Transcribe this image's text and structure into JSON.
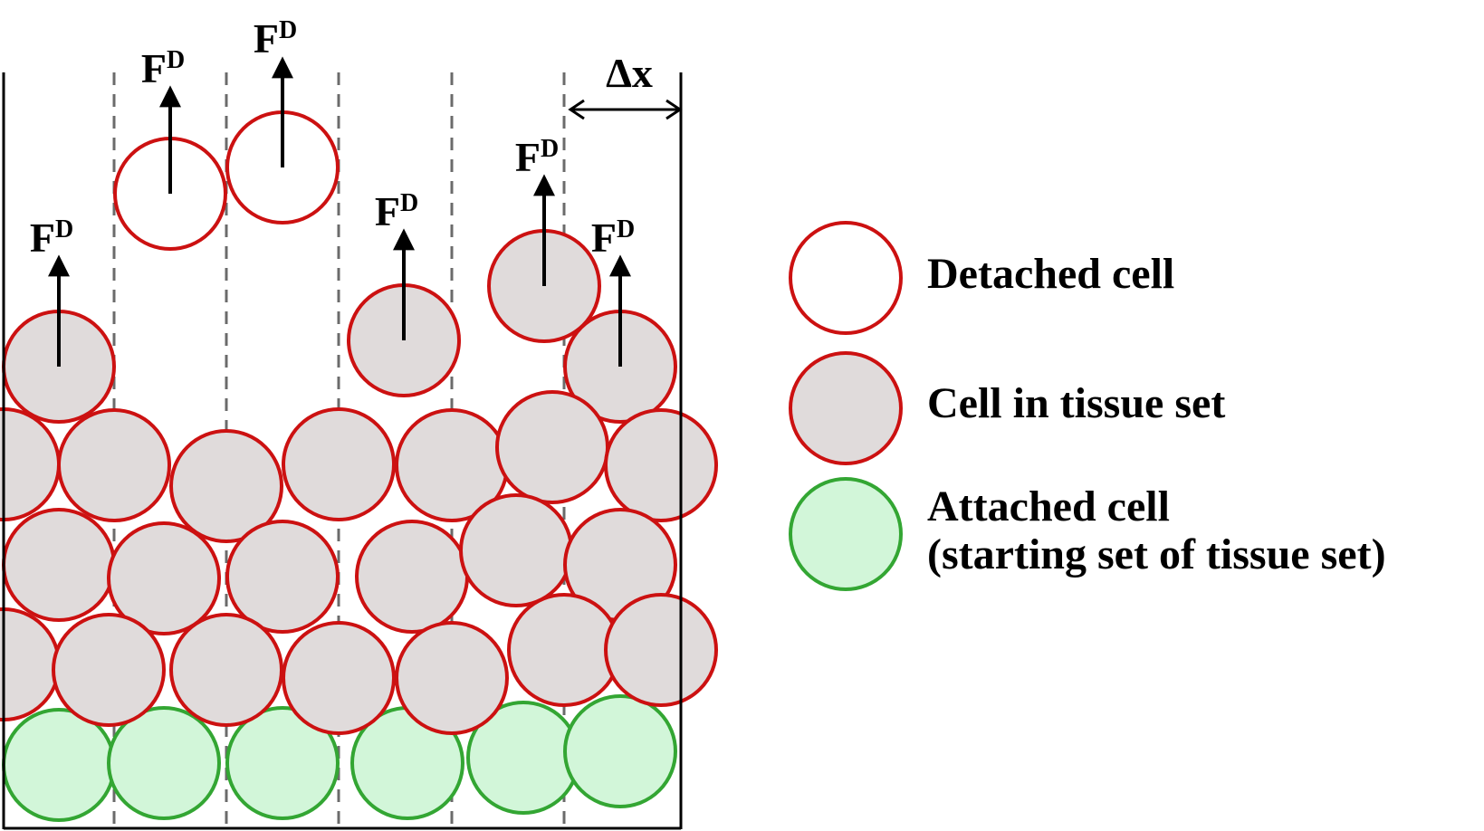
{
  "colors": {
    "detached_stroke": "#cc1111",
    "detached_fill": "#ffffff",
    "tissue_stroke": "#cc1111",
    "tissue_fill": "#e0dbdb",
    "attached_stroke": "#33a633",
    "attached_fill": "#d2f6d9",
    "wall": "#000000",
    "dashed": "#6b6b6b",
    "arrow": "#000000"
  },
  "force_label": {
    "main": "F",
    "sup": "D"
  },
  "dx_label": "Δx",
  "legend": [
    {
      "kind": "detached",
      "line1": "Detached cell",
      "line2": ""
    },
    {
      "kind": "tissue",
      "line1": "Cell in tissue set",
      "line2": ""
    },
    {
      "kind": "attached",
      "line1": "Attached cell",
      "line2": "(starting set of tissue set)"
    }
  ]
}
